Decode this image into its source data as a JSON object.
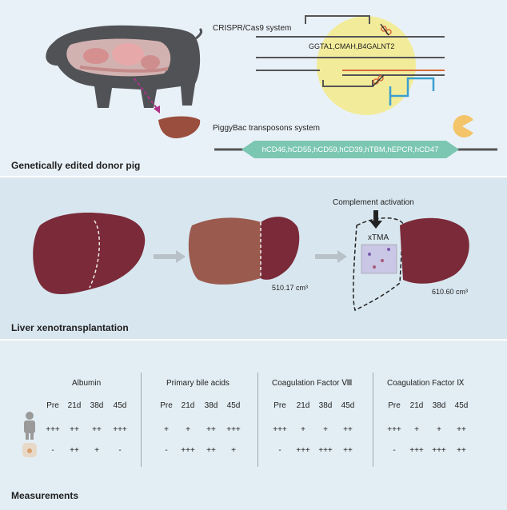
{
  "panel1": {
    "title": "Genetically edited donor pig",
    "crispr_label": "CRISPR/Cas9 system",
    "knockout_genes": "GGTA1,CMAH,B4GALNT2",
    "piggybac_label": "PiggyBac transposons system",
    "transgenes": "hCD46,hCD55,hCD59,hCD39,hTBM,hEPCR,hCD47"
  },
  "panel2": {
    "title": "Liver xenotransplantation",
    "volume_1": "510.17 cm³",
    "volume_2": "610.60 cm³",
    "complement_label": "Complement activation",
    "xtma_label": "xTMA"
  },
  "panel3": {
    "title": "Measurements",
    "groups": [
      {
        "name": "Albumin",
        "timepoints": [
          "Pre",
          "21d",
          "38d",
          "45d"
        ],
        "human": [
          "+++",
          "++",
          "++",
          "+++"
        ],
        "pig": [
          "-",
          "++",
          "+",
          "-"
        ]
      },
      {
        "name": "Primary bile acids",
        "timepoints": [
          "Pre",
          "21d",
          "38d",
          "45d"
        ],
        "human": [
          "+",
          "+",
          "++",
          "+++"
        ],
        "pig": [
          "-",
          "+++",
          "++",
          "+"
        ]
      },
      {
        "name": "Coagulation Factor Ⅷ",
        "timepoints": [
          "Pre",
          "21d",
          "38d",
          "45d"
        ],
        "human": [
          "+++",
          "+",
          "+",
          "++"
        ],
        "pig": [
          "-",
          "+++",
          "+++",
          "++"
        ]
      },
      {
        "name": "Coagulation Factor Ⅸ",
        "timepoints": [
          "Pre",
          "21d",
          "38d",
          "45d"
        ],
        "human": [
          "+++",
          "+",
          "+",
          "++"
        ],
        "pig": [
          "-",
          "+++",
          "+++",
          "++"
        ]
      }
    ]
  },
  "colors": {
    "liver_dark": "#7a2a38",
    "liver_light": "#9a5a4e",
    "gene_bar": "#7cc7b1",
    "crispr_circle": "#f2ec9a",
    "pacman": "#f4c46a"
  },
  "icons": [
    "pig-illustration",
    "liver-icon",
    "scissors-icon",
    "pacman-icon",
    "human-icon",
    "pig-face-icon",
    "arrow-right-icon",
    "arrow-down-icon"
  ]
}
